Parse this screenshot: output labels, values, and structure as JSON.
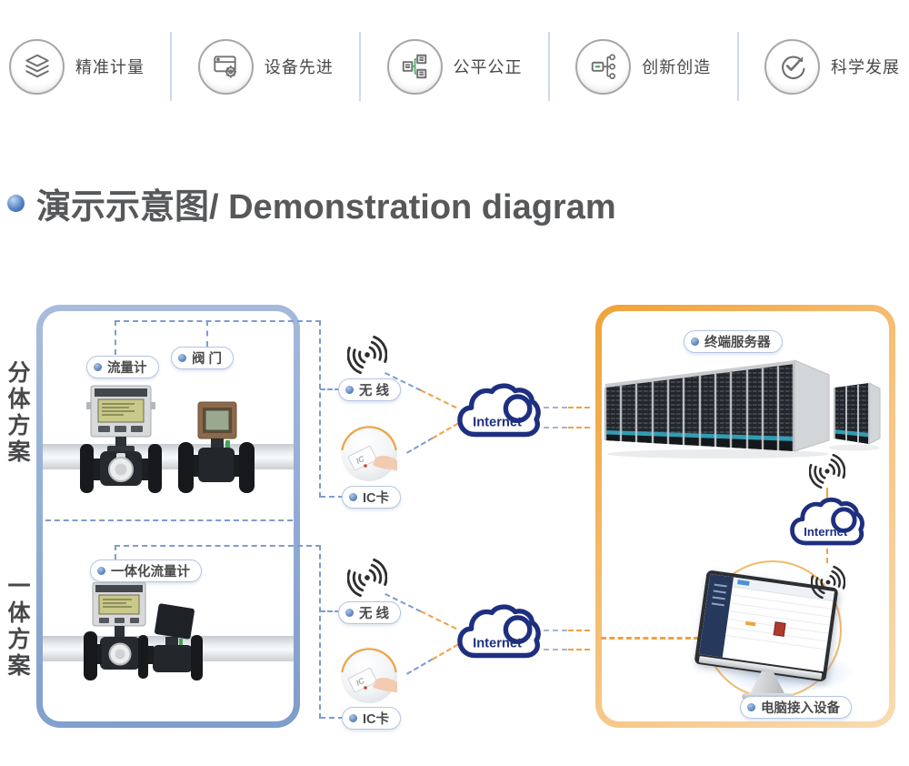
{
  "badges": {
    "items": [
      {
        "label": "精准计量",
        "icon": "layers-icon"
      },
      {
        "label": "设备先进",
        "icon": "device-icon"
      },
      {
        "label": "公平公正",
        "icon": "orgchart-icon"
      },
      {
        "label": "创新创造",
        "icon": "branch-icon"
      },
      {
        "label": "科学发展",
        "icon": "cycle-check-icon"
      }
    ]
  },
  "title": {
    "text": "演示示意图/ Demonstration diagram"
  },
  "diagram": {
    "split_section": {
      "side_label": "分体方案",
      "flowmeter_label": "流量计",
      "valve_label": "阀 门"
    },
    "integrated_section": {
      "side_label": "一体方案",
      "integrated_label": "一体化流量计"
    },
    "channels": {
      "wireless_label": "无 线",
      "ic_card_label": "IC卡",
      "ic_card_text": "IC",
      "internet_label": "Internet"
    },
    "server_section": {
      "server_label": "终端服务器",
      "pc_label": "电脑接入设备",
      "internet_label": "Internet"
    }
  },
  "colors": {
    "blue_accent": "#8fa9d3",
    "orange_accent": "#f0a143",
    "navy": "#1e2f80",
    "dash_blue": "#7e9cd0",
    "text_dark": "#4a4a4c"
  }
}
